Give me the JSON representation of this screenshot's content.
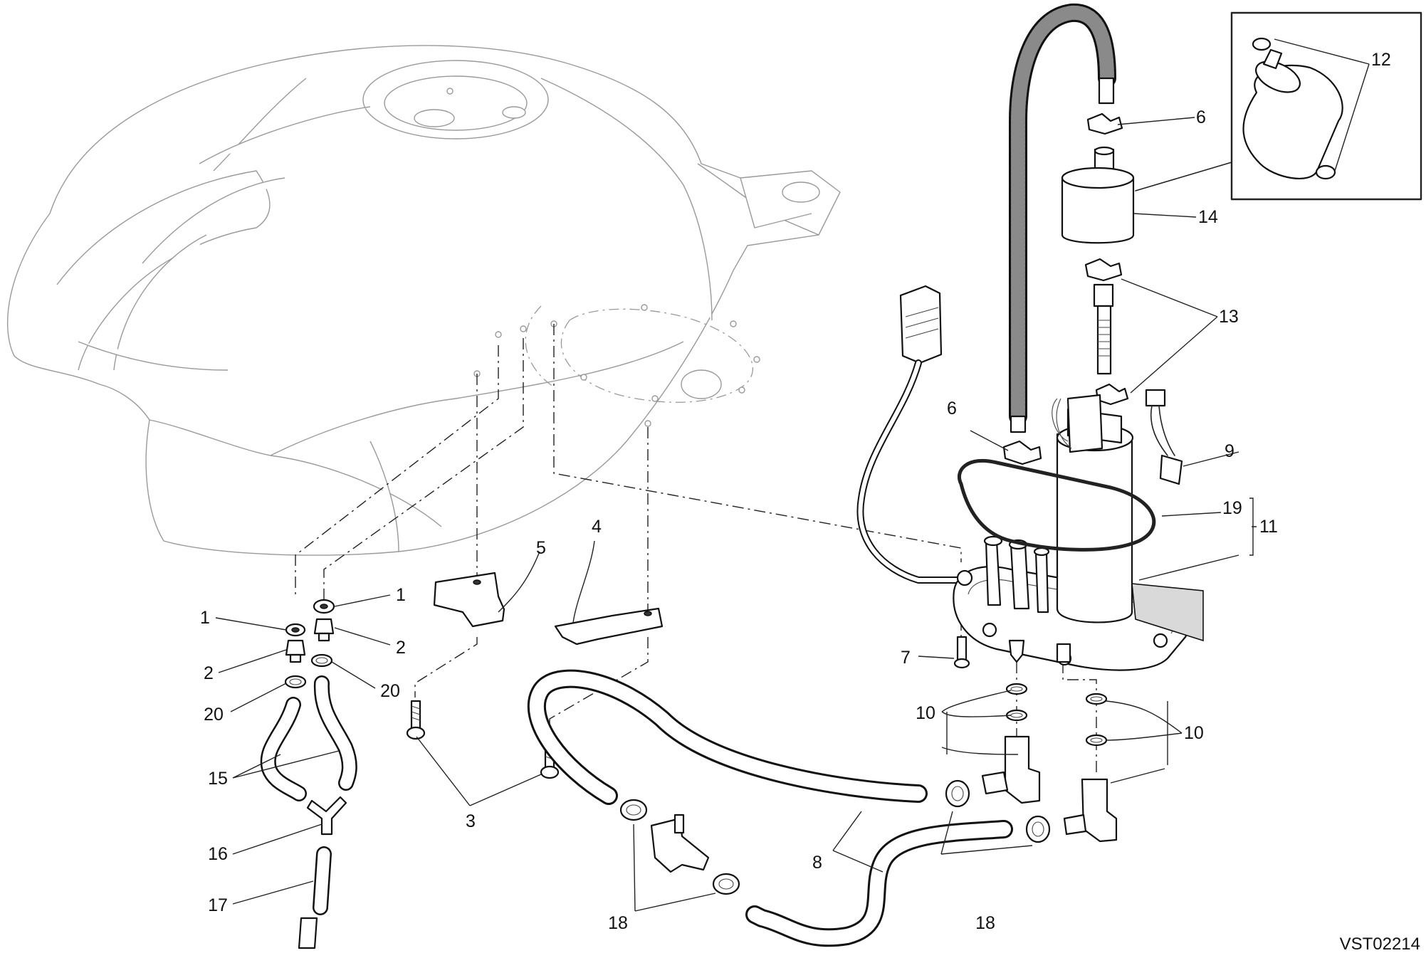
{
  "diagram": {
    "drawing_code": "VST02214",
    "callouts": [
      {
        "id": "c1a",
        "label": "1"
      },
      {
        "id": "c1b",
        "label": "1"
      },
      {
        "id": "c2a",
        "label": "2"
      },
      {
        "id": "c2b",
        "label": "2"
      },
      {
        "id": "c3",
        "label": "3"
      },
      {
        "id": "c4",
        "label": "4"
      },
      {
        "id": "c5",
        "label": "5"
      },
      {
        "id": "c6a",
        "label": "6"
      },
      {
        "id": "c6b",
        "label": "6"
      },
      {
        "id": "c7",
        "label": "7"
      },
      {
        "id": "c8",
        "label": "8"
      },
      {
        "id": "c9",
        "label": "9"
      },
      {
        "id": "c10a",
        "label": "10"
      },
      {
        "id": "c10b",
        "label": "10"
      },
      {
        "id": "c11",
        "label": "11"
      },
      {
        "id": "c12",
        "label": "12"
      },
      {
        "id": "c13",
        "label": "13"
      },
      {
        "id": "c14",
        "label": "14"
      },
      {
        "id": "c15",
        "label": "15"
      },
      {
        "id": "c16",
        "label": "16"
      },
      {
        "id": "c17",
        "label": "17"
      },
      {
        "id": "c18a",
        "label": "18"
      },
      {
        "id": "c18b",
        "label": "18"
      },
      {
        "id": "c19",
        "label": "19"
      },
      {
        "id": "c20a",
        "label": "20"
      },
      {
        "id": "c20b",
        "label": "20"
      }
    ]
  }
}
